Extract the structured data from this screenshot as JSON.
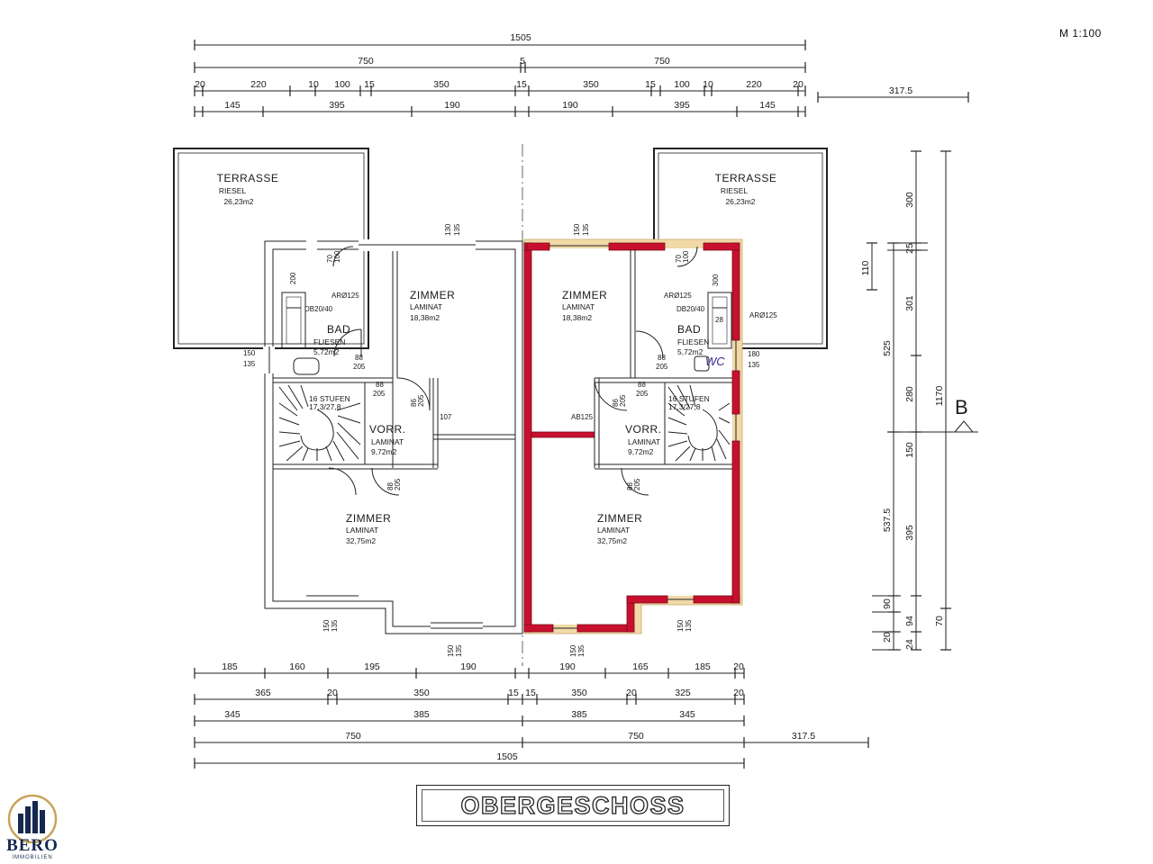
{
  "drawing": {
    "scale": "M 1:100",
    "title": "OBERGESCHOSS",
    "section_marker": "B"
  },
  "brand": {
    "name": "BERO",
    "tagline": "IMMOBILIEN",
    "color": "#15294f",
    "accent": "#c9a45a"
  },
  "colors": {
    "wall_highlight": "#c8102e",
    "insulation": "#f1d9a8"
  },
  "dimensions": {
    "top_total": "1505",
    "top_halves": [
      "750",
      "5",
      "750"
    ],
    "top_detail": [
      "20",
      "220",
      "10",
      "100",
      "15",
      "350",
      "15",
      "350",
      "15",
      "100",
      "10",
      "220",
      "20"
    ],
    "top_rooms": [
      "145",
      "395",
      "190",
      "190",
      "395",
      "145"
    ],
    "top_side": "317.5",
    "bottom_row1": [
      "185",
      "160",
      "195",
      "190",
      "190",
      "165",
      "185",
      "20"
    ],
    "bottom_row2": [
      "365",
      "20",
      "350",
      "15",
      "15",
      "350",
      "20",
      "325",
      "20"
    ],
    "bottom_row3": [
      "345",
      "385",
      "385",
      "345"
    ],
    "bottom_halves": [
      "750",
      "750"
    ],
    "bottom_side": "317.5",
    "bottom_total": "1505",
    "right_outer": [
      "300",
      "110",
      "525",
      "280",
      "150",
      "537.5",
      "90",
      "94",
      "24",
      "20"
    ],
    "right_inner": [
      "301",
      "395",
      "70",
      "25"
    ],
    "right_total": "1170"
  },
  "rooms": {
    "terrasse_left": {
      "name": "TERRASSE",
      "floor": "RIESEL",
      "area": "26,23m2"
    },
    "terrasse_right": {
      "name": "TERRASSE",
      "floor": "RIESEL",
      "area": "26,23m2"
    },
    "bad_left": {
      "name": "BAD",
      "floor": "FLIESEN",
      "area": "5,72m2"
    },
    "bad_right": {
      "name": "BAD",
      "floor": "FLIESEN",
      "area": "5,72m2"
    },
    "zimmer_small_left": {
      "name": "ZIMMER",
      "floor": "LAMINAT",
      "area": "18,38m2"
    },
    "zimmer_small_right": {
      "name": "ZIMMER",
      "floor": "LAMINAT",
      "area": "18,38m2"
    },
    "vorr_left": {
      "name": "VORR.",
      "floor": "LAMINAT",
      "area": "9,72m2"
    },
    "vorr_right": {
      "name": "VORR.",
      "floor": "LAMINAT",
      "area": "9,72m2"
    },
    "zimmer_large_left": {
      "name": "ZIMMER",
      "floor": "LAMINAT",
      "area": "32,75m2"
    },
    "zimmer_large_right": {
      "name": "ZIMMER",
      "floor": "LAMINAT",
      "area": "32,75m2"
    },
    "stairs_left": {
      "steps": "16 STUFEN",
      "size": "17,3/27,8"
    },
    "stairs_right": {
      "steps": "16 STUFEN",
      "size": "17,3/27,8"
    }
  },
  "annotations": {
    "shower_left": "DB20/40",
    "shower_right": "DB20/40",
    "vent_left": "ARØ125",
    "vent_right": "ARØ125",
    "vent_right_ext": "ARØ125",
    "ab_right": "AB125",
    "wc_right": "WC",
    "door_107": "107",
    "openings": {
      "win_top_l": [
        "130",
        "135"
      ],
      "win_top_r": [
        "150",
        "135"
      ],
      "win_side_l": [
        "150",
        "135"
      ],
      "win_side_r": [
        "180",
        "135"
      ],
      "door_bad_l": [
        "70",
        "100"
      ],
      "door_bad_r": [
        "70",
        "100"
      ],
      "door_200": [
        "200"
      ],
      "door_300": [
        "300"
      ],
      "door_88_bad_l": [
        "88",
        "205"
      ],
      "door_88_bad_r": [
        "88",
        "205"
      ],
      "door_88_zim_l": [
        "88",
        "205"
      ],
      "door_88_zim_r": [
        "88",
        "205"
      ],
      "door_86_l": [
        "86",
        "205"
      ],
      "door_86_r": [
        "86",
        "205"
      ],
      "door_88_vorr_l": [
        "88",
        "205"
      ],
      "door_88_vorr_r": [
        "88",
        "205"
      ],
      "win_bot_l1": [
        "150",
        "135"
      ],
      "win_bot_l2": [
        "150",
        "135"
      ],
      "win_bot_r1": [
        "150",
        "135"
      ],
      "win_bot_r2": [
        "150",
        "135"
      ],
      "small_28": "28"
    }
  }
}
